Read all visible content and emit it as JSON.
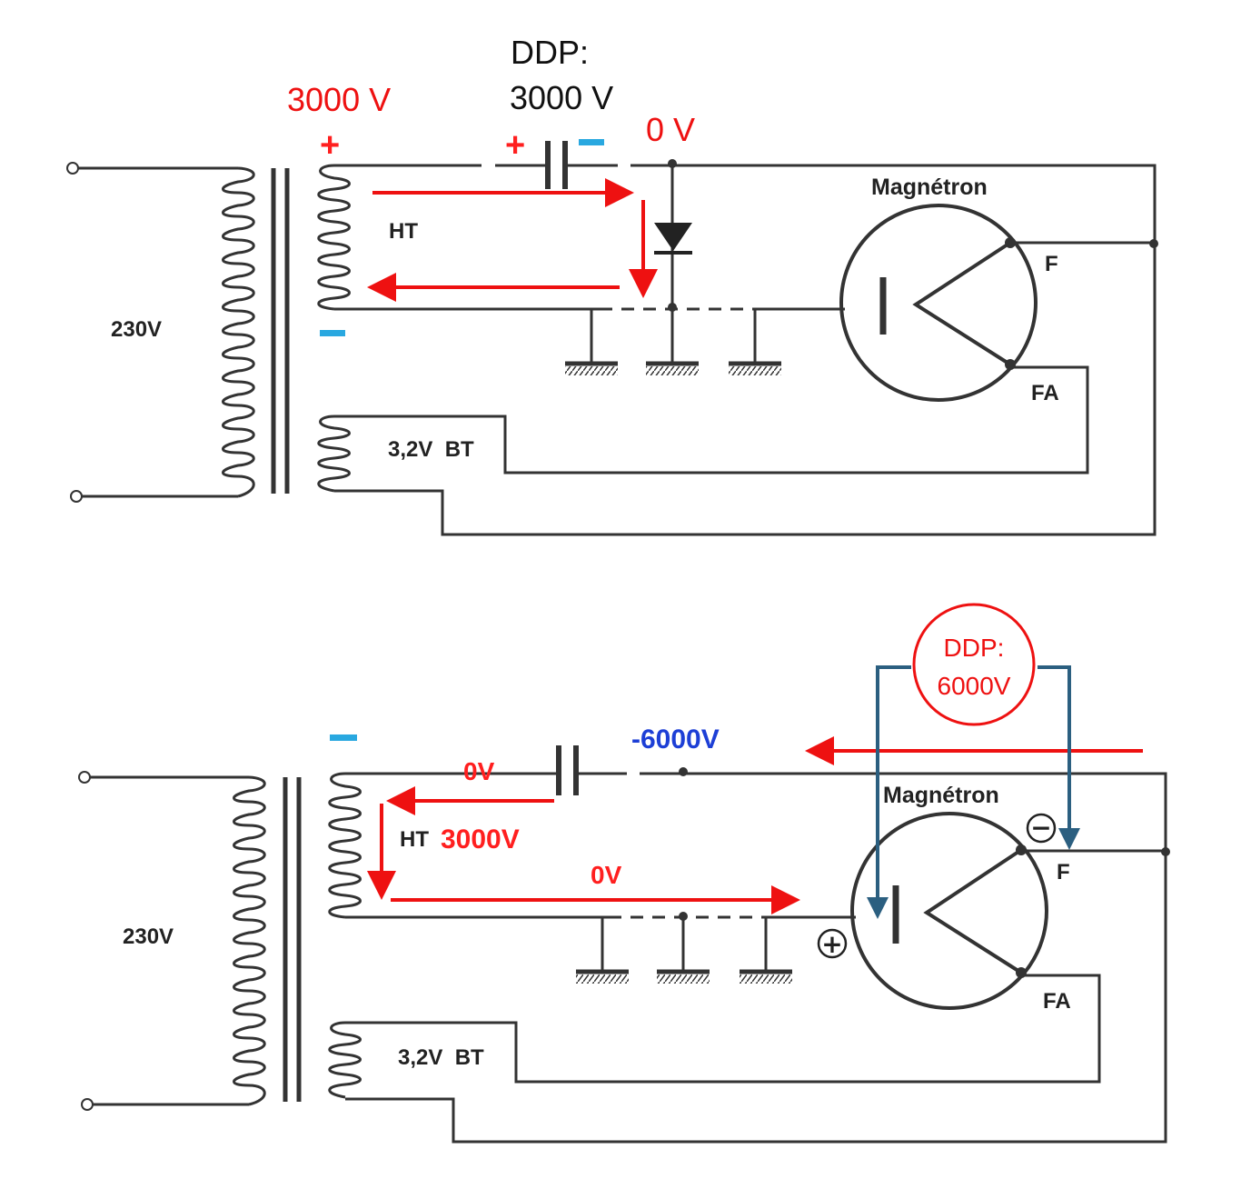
{
  "colors": {
    "annotation_red": "#ee1111",
    "positive_red": "#ff1f1f",
    "negative_cyan": "#29a8e0",
    "voltage_blue": "#1d3fd6",
    "ddp_teal": "#2b5f80",
    "wire": "#333333"
  },
  "top": {
    "label_230v": "230V",
    "label_ht": "HT",
    "label_bt": "3,2V  BT",
    "label_magnetron": "Magnétron",
    "label_f": "F",
    "label_fa": "FA",
    "annot_3000v": "3000 V",
    "annot_ddp_line1": "DDP:",
    "annot_ddp_line2": "3000 V",
    "annot_0v": "0 V",
    "plus_sign": "+",
    "minus_sign": "−"
  },
  "bottom": {
    "label_230v": "230V",
    "label_ht": "HT",
    "label_ht_value": "3000V",
    "label_bt": "3,2V  BT",
    "label_magnetron": "Magnétron",
    "label_f": "F",
    "label_fa": "FA",
    "annot_0v_top": "0V",
    "annot_0v_mid": "0V",
    "annot_neg6000": "-6000V",
    "ddp_line1": "DDP:",
    "ddp_line2": "6000V",
    "minus_sign": "−",
    "circle_plus": "+",
    "circle_minus": "−"
  }
}
